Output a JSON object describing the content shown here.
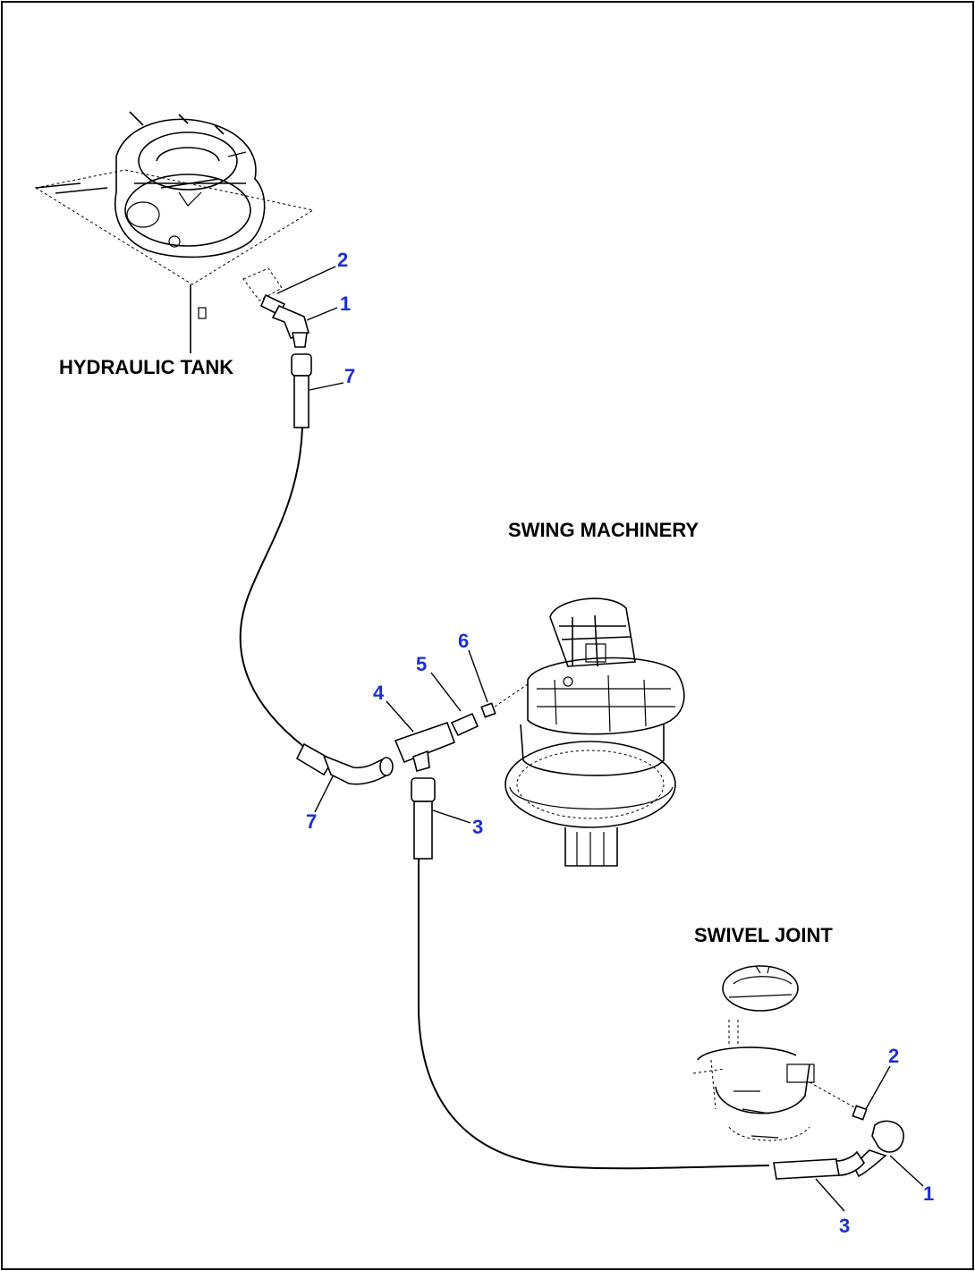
{
  "labels": {
    "hydraulic_tank": "HYDRAULIC TANK",
    "swing_machinery": "SWING MACHINERY",
    "swivel_joint": "SWIVEL JOINT"
  },
  "part_numbers": {
    "tank_2": "2",
    "tank_1": "1",
    "tank_7": "7",
    "tee_7": "7",
    "tee_4": "4",
    "tee_5": "5",
    "tee_6": "6",
    "tee_3": "3",
    "swivel_2": "2",
    "swivel_1": "1",
    "swivel_3": "3"
  },
  "colors": {
    "line": "#000000",
    "part_number": "#1a2fd6",
    "background": "#ffffff"
  }
}
